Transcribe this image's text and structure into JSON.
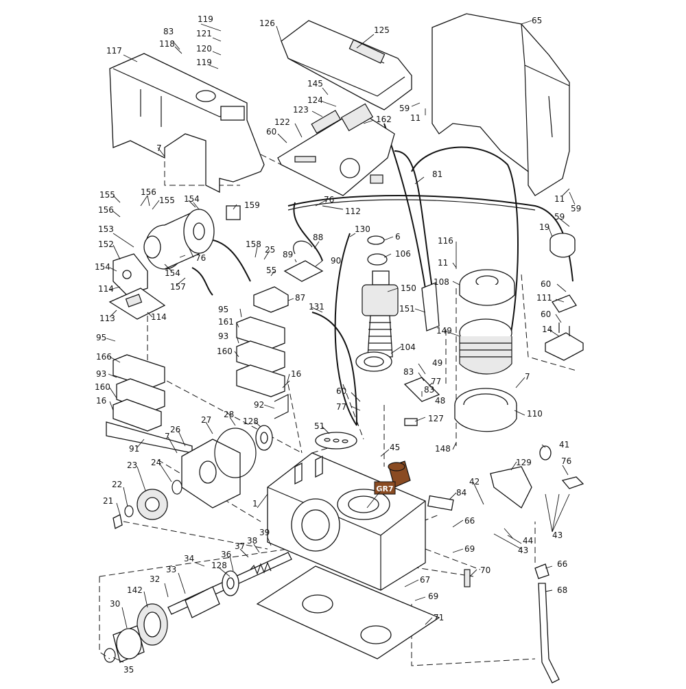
{
  "colors": {
    "ink": "#111111",
    "paper": "#ffffff",
    "gr7_fill": "#8a4b22",
    "gr7_text": "#ffffff"
  },
  "callouts": {
    "p1": "1",
    "p6": "6",
    "p7": "7",
    "p11": "11",
    "p14": "14",
    "p16": "16",
    "p19": "19",
    "p21": "21",
    "p22": "22",
    "p23": "23",
    "p24": "24",
    "p25": "25",
    "p26": "26",
    "p27": "27",
    "p28": "28",
    "p30": "30",
    "p32": "32",
    "p33": "33",
    "p34": "34",
    "p35": "35",
    "p36": "36",
    "p37": "37",
    "p38": "38",
    "p39": "39",
    "p41": "41",
    "p42": "42",
    "p43": "43",
    "p44": "44",
    "p45": "45",
    "p48": "48",
    "p49": "49",
    "p51": "51",
    "p55": "55",
    "p59": "59",
    "p60": "60",
    "p65": "65",
    "p66": "66",
    "p67": "67",
    "p68": "68",
    "p69": "69",
    "p70": "70",
    "p71": "71",
    "p76": "76",
    "p77": "77",
    "p81": "81",
    "p83": "83",
    "p84": "84",
    "p87": "87",
    "p88": "88",
    "p89": "89",
    "p90": "90",
    "p91": "91",
    "p92": "92",
    "p93": "93",
    "p95": "95",
    "p104": "104",
    "p106": "106",
    "p108": "108",
    "p110": "110",
    "p111": "111",
    "p112": "112",
    "p113": "113",
    "p114": "114",
    "p116": "116",
    "p117": "117",
    "p118": "118",
    "p119": "119",
    "p120": "120",
    "p121": "121",
    "p122": "122",
    "p123": "123",
    "p124": "124",
    "p125": "125",
    "p126": "126",
    "p127": "127",
    "p128": "128",
    "p129": "129",
    "p130": "130",
    "p131": "131",
    "p142": "142",
    "p145": "145",
    "p148": "148",
    "p149": "149",
    "p150": "150",
    "p151": "151",
    "p152": "152",
    "p153": "153",
    "p154": "154",
    "p155": "155",
    "p156": "156",
    "p157": "157",
    "p158": "158",
    "p159": "159",
    "p160": "160",
    "p161": "161",
    "p162": "162",
    "p166": "166"
  },
  "gr7_label": "GR7"
}
